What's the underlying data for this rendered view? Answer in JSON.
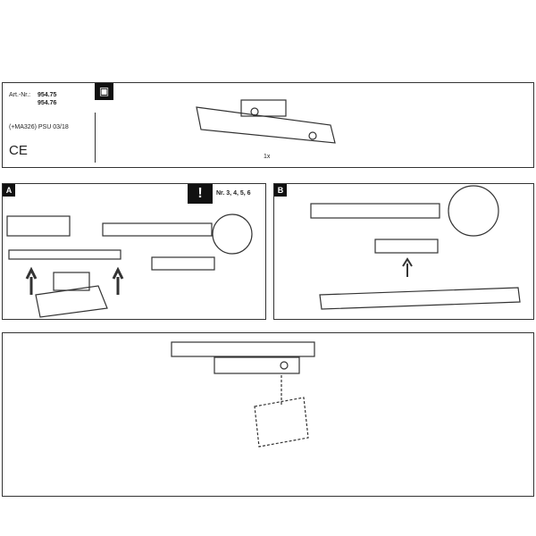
{
  "header": {
    "art_label": "Art.-Nr.:",
    "art_numbers": [
      "954.75",
      "954.76"
    ],
    "psu": "(+MA326) PSU 03/18",
    "ce_mark": "CE",
    "box_icon": "package-icon",
    "quantity": "1x"
  },
  "step_a": {
    "label": "A",
    "warning_icon": "warning-icon",
    "battery_note": "Nr. 3, 4, 5, 6"
  },
  "step_b": {
    "label": "B"
  }
}
